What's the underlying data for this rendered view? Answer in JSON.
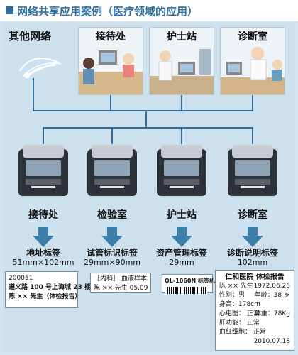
{
  "title": "网络共享应用案例（医疗领域的应用）",
  "other_network": "其他网络",
  "rooms": [
    "接待处",
    "护士站",
    "诊断室"
  ],
  "departments": [
    "接待处",
    "检验室",
    "护士站",
    "诊断室"
  ],
  "labels": [
    {
      "name": "地址标签",
      "size": "51mm×102mm"
    },
    {
      "name": "试管标识标签",
      "size": "29mm×90mm"
    },
    {
      "name": "资产管理标签",
      "size": "29mm"
    },
    {
      "name": "诊断说明标签",
      "size": "102mm"
    }
  ],
  "address_card": {
    "line1": "200051",
    "line2": "遵义路 100 号上海城 23 楼",
    "line3": "陈 ×× 先生（体检报告）"
  },
  "tube_card": {
    "line1": "［内科］ 血液样本",
    "line2": "陈 ×× 先生   05.09"
  },
  "asset_card": {
    "text": "QL-1060N 标签机"
  },
  "report_card": {
    "title": "仁和医院 体检报告",
    "name": "陈 ×× 先生",
    "dob": "1972.06.28",
    "sex_label": "性别：男",
    "age_label": "年龄：38 岁",
    "height_label": "身高：178cm",
    "weight_label": "体重：78Kg",
    "ecg": "心电图：    正常",
    "liver": "肝功能：    正常",
    "blood": "血红细胞：  正常",
    "date": "2010.07.18"
  },
  "colors": {
    "accent": "#2f6e9c",
    "background": "#cde0ee",
    "arrow": "#3c7ea8"
  }
}
